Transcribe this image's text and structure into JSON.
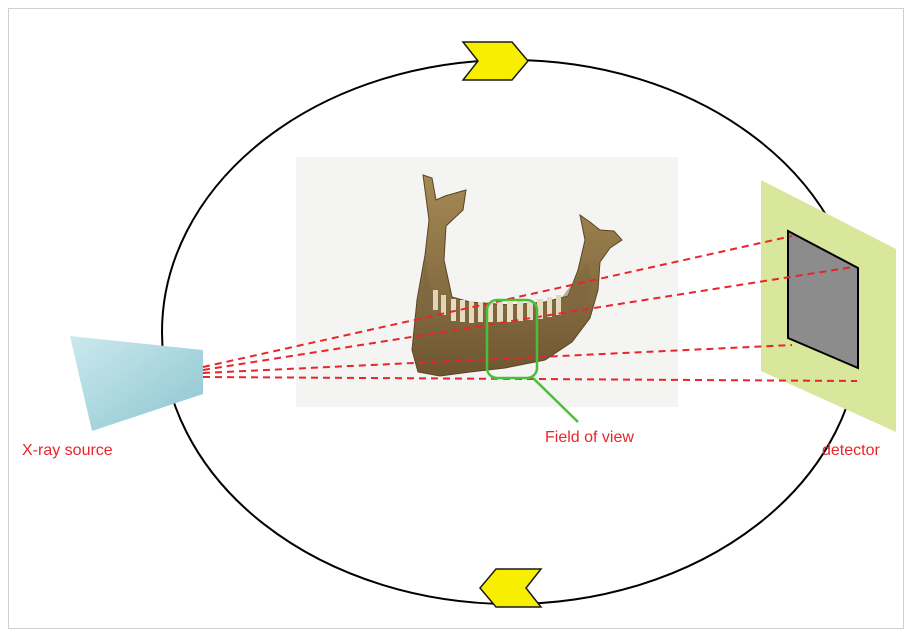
{
  "labels": {
    "source": "X-ray source",
    "fov": "Field of view",
    "detector": "detector"
  },
  "colors": {
    "label": "#e8252a",
    "fov": "#4bbf3a",
    "arrow": "#f7ee00",
    "beam": "#e8252a",
    "orbit": "#000000",
    "detector_panel": "#d8e79b",
    "detector_sensor": "#8c8c8c",
    "source": "#a9d7de"
  },
  "icons": {
    "top_arrow": "chevron-right-icon",
    "bottom_arrow": "chevron-left-icon"
  }
}
